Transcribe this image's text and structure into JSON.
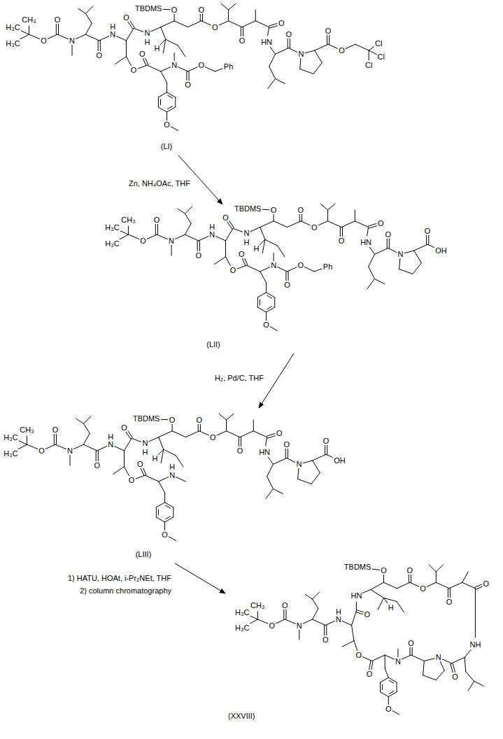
{
  "diagram": {
    "nodes": [
      {
        "text": [
          "(LI)"
        ]
      },
      {
        "text": [
          "(LII)"
        ]
      },
      {
        "text": [
          "(LIII)"
        ]
      },
      {
        "text": [
          "(XXVIII)"
        ]
      }
    ],
    "edges": [
      {
        "from": 0,
        "to": 1,
        "arrow": "to",
        "label": "Zn, NH₄OAc, THF"
      },
      {
        "from": 1,
        "to": 2,
        "arrow": "to",
        "label": "H₂, Pd/C, THF"
      },
      {
        "from": 2,
        "to": 3,
        "arrow": "to",
        "label": "1) HATU, HOAt, i-Pr₂NEt, THF"
      }
    ],
    "labels": [
      "CH₃",
      "H₃C",
      "H₃C",
      "O",
      "O",
      "N",
      "O",
      "N",
      "H",
      "O",
      "N",
      "H",
      "H",
      "O",
      "TBDMS",
      "O",
      "O",
      "O",
      "O",
      "HN",
      "O",
      "N",
      "O",
      "O",
      "Cl",
      "Cl",
      "Cl",
      "O",
      "O",
      "N",
      "O",
      "O",
      "Ph",
      "O",
      "CH₃",
      "H₃C",
      "H₃C",
      "O",
      "O",
      "N",
      "O",
      "N",
      "H",
      "O",
      "N",
      "H",
      "H",
      "O",
      "TBDMS",
      "O",
      "O",
      "O",
      "O",
      "HN",
      "O",
      "N",
      "O",
      "OH",
      "O",
      "O",
      "N",
      "O",
      "O",
      "Ph",
      "O",
      "CH₃",
      "H₃C",
      "H₃C",
      "O",
      "O",
      "N",
      "O",
      "N",
      "H",
      "O",
      "N",
      "H",
      "H",
      "O",
      "TBDMS",
      "O",
      "O",
      "O",
      "O",
      "HN",
      "O",
      "N",
      "O",
      "OH",
      "O",
      "O",
      "N",
      "H",
      "O",
      "2) column chromatography",
      "CH₃",
      "H₃C",
      "H₃C",
      "O",
      "O",
      "N",
      "O",
      "N",
      "H",
      "O",
      "HN",
      "H",
      "O",
      "TBDMS",
      "O",
      "O",
      "O",
      "O",
      "NH",
      "O",
      "N",
      "O",
      "N",
      "O",
      "O",
      "O"
    ]
  }
}
